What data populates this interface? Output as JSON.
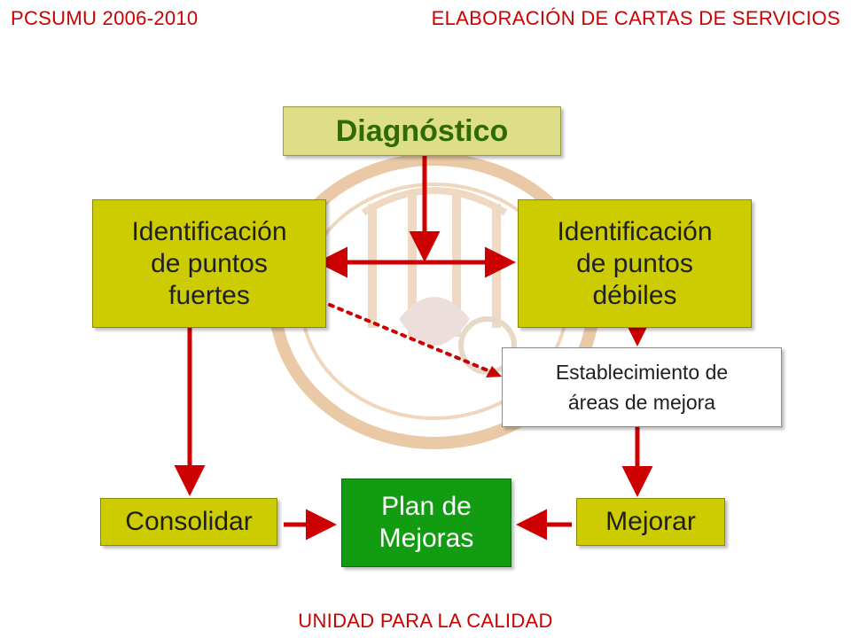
{
  "header": {
    "left": "PCSUMU 2006-2010",
    "right": "ELABORACIÓN DE CARTAS DE SERVICIOS"
  },
  "footer": "UNIDAD PARA LA CALIDAD",
  "diagram": {
    "diagnostico": "Diagnóstico",
    "puntos_fuertes": [
      "Identificación",
      "de puntos",
      "fuertes"
    ],
    "puntos_debiles": [
      "Identificación",
      "de puntos",
      "débiles"
    ],
    "areas_mejora": [
      "Establecimiento de",
      "áreas de mejora"
    ],
    "consolidar": "Consolidar",
    "plan_mejoras": [
      "Plan de",
      "Mejoras"
    ],
    "mejorar": "Mejorar"
  },
  "colors": {
    "header_text": "#cc0000",
    "arrow": "#cc0000",
    "box_olive": "#cccc00",
    "box_pale": "#dede88",
    "box_green": "#129c12"
  }
}
